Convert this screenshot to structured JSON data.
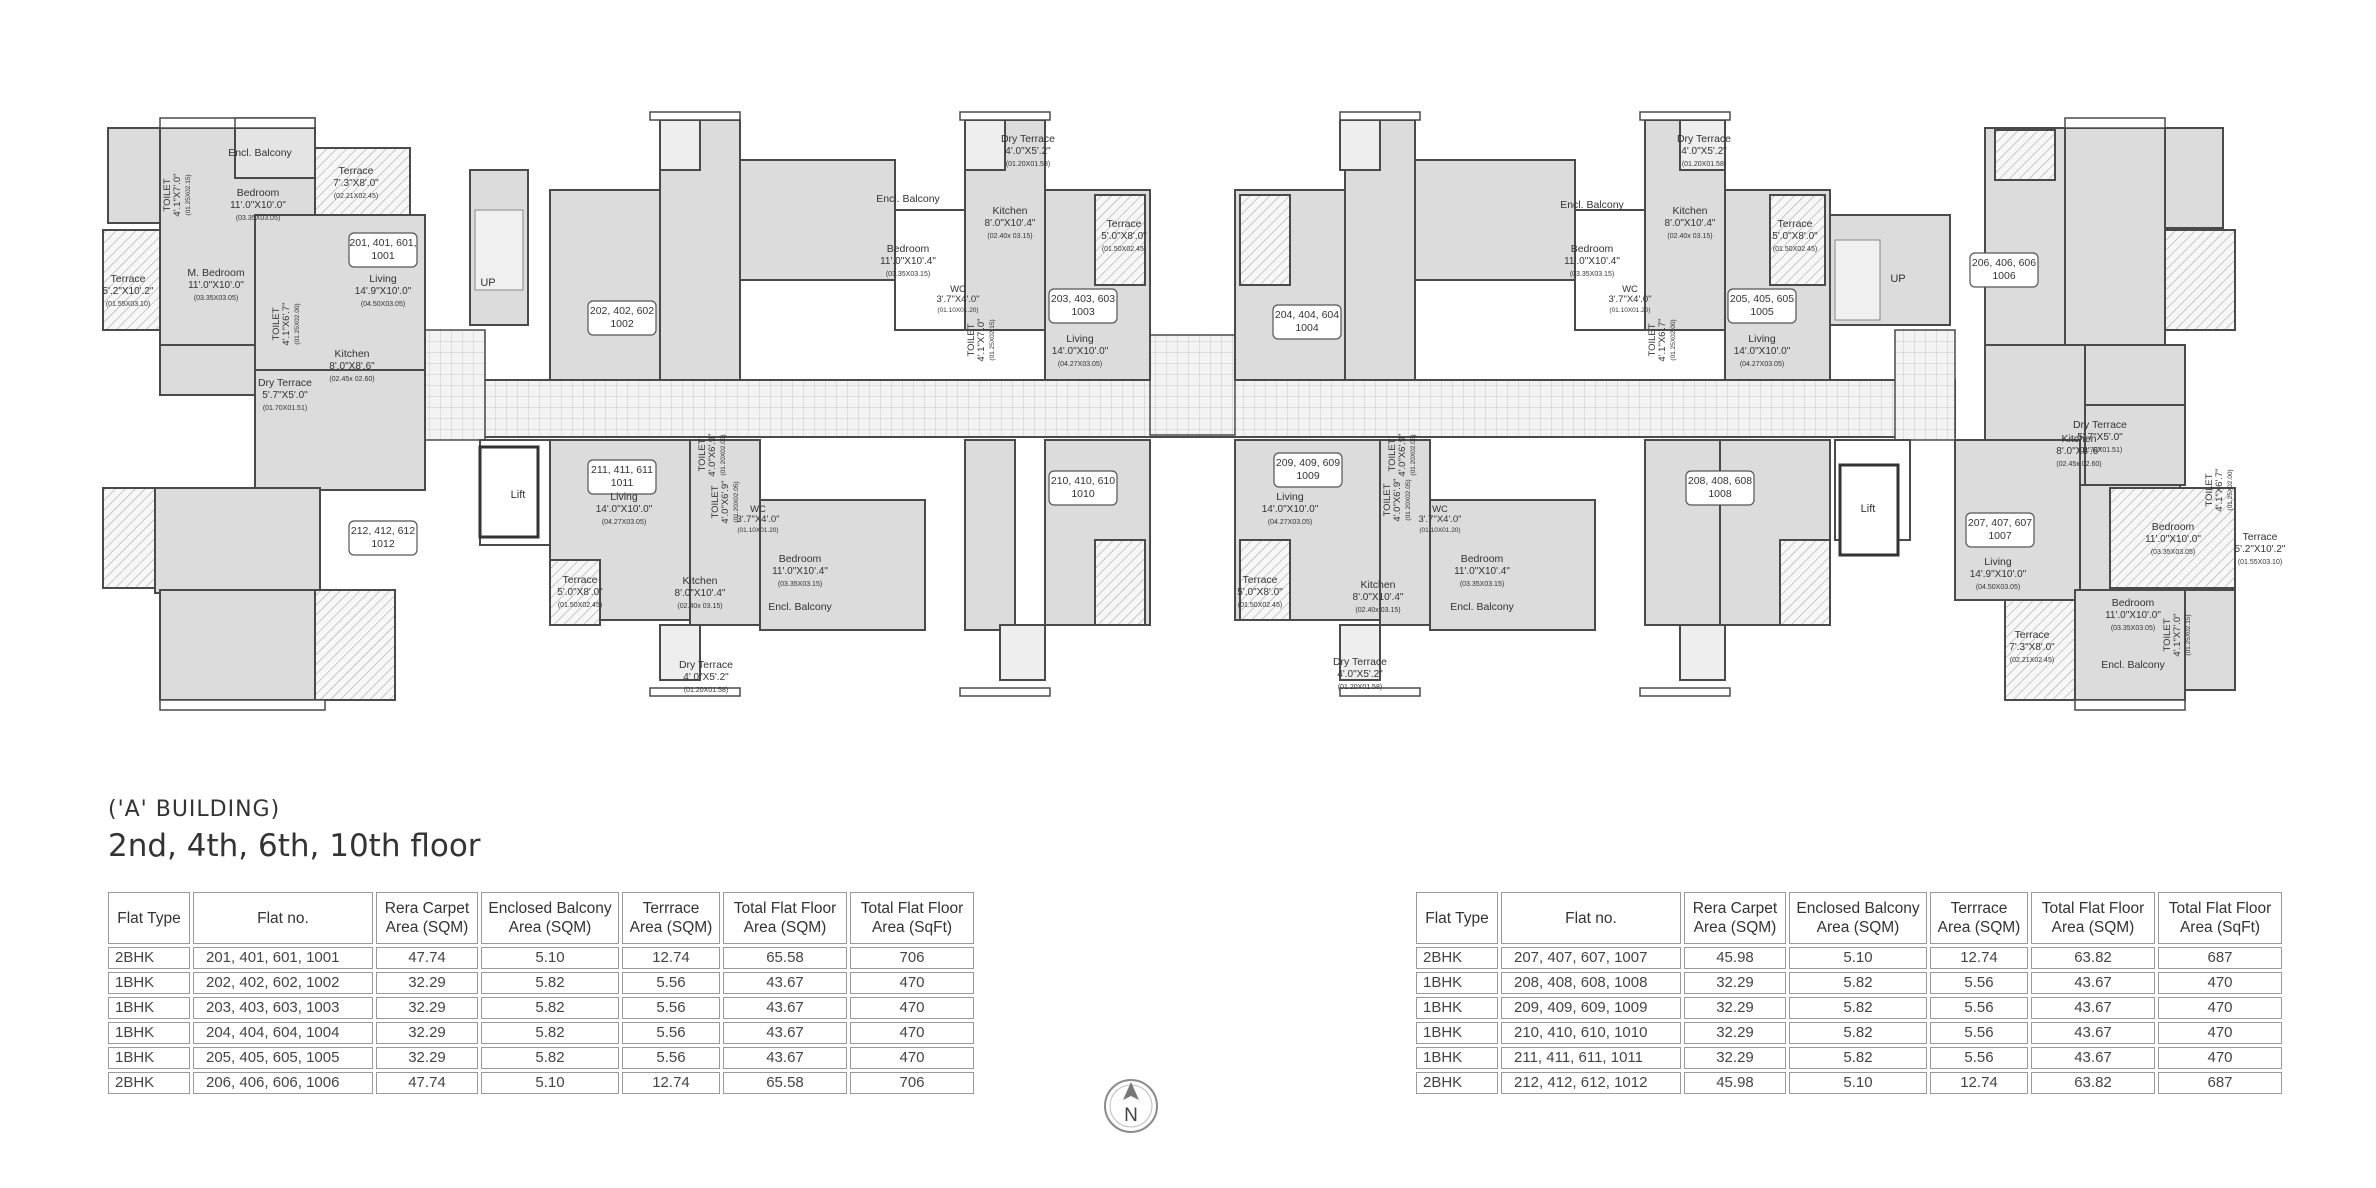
{
  "building_label": "('A' BUILDING)",
  "floors_label": "2nd, 4th, 6th, 10th floor",
  "compass_label": "N",
  "table_headers": [
    "Flat Type",
    "Flat no.",
    "Rera Carpet Area (SQM)",
    "Enclosed Balcony Area (SQM)",
    "Terrrace Area (SQM)",
    "Total Flat Floor Area (SQM)",
    "Total Flat Floor Area (SqFt)"
  ],
  "left_table": [
    {
      "type": "2BHK",
      "flats": "201, 401, 601, 1001",
      "carpet": "47.74",
      "balcony": "5.10",
      "terrace": "12.74",
      "total_sqm": "65.58",
      "total_sqft": "706"
    },
    {
      "type": "1BHK",
      "flats": "202, 402, 602, 1002",
      "carpet": "32.29",
      "balcony": "5.82",
      "terrace": "5.56",
      "total_sqm": "43.67",
      "total_sqft": "470"
    },
    {
      "type": "1BHK",
      "flats": "203, 403, 603, 1003",
      "carpet": "32.29",
      "balcony": "5.82",
      "terrace": "5.56",
      "total_sqm": "43.67",
      "total_sqft": "470"
    },
    {
      "type": "1BHK",
      "flats": "204, 404, 604, 1004",
      "carpet": "32.29",
      "balcony": "5.82",
      "terrace": "5.56",
      "total_sqm": "43.67",
      "total_sqft": "470"
    },
    {
      "type": "1BHK",
      "flats": "205, 405, 605, 1005",
      "carpet": "32.29",
      "balcony": "5.82",
      "terrace": "5.56",
      "total_sqm": "43.67",
      "total_sqft": "470"
    },
    {
      "type": "2BHK",
      "flats": "206, 406, 606, 1006",
      "carpet": "47.74",
      "balcony": "5.10",
      "terrace": "12.74",
      "total_sqm": "65.58",
      "total_sqft": "706"
    }
  ],
  "right_table": [
    {
      "type": "2BHK",
      "flats": "207, 407, 607, 1007",
      "carpet": "45.98",
      "balcony": "5.10",
      "terrace": "12.74",
      "total_sqm": "63.82",
      "total_sqft": "687"
    },
    {
      "type": "1BHK",
      "flats": "208, 408, 608, 1008",
      "carpet": "32.29",
      "balcony": "5.82",
      "terrace": "5.56",
      "total_sqm": "43.67",
      "total_sqft": "470"
    },
    {
      "type": "1BHK",
      "flats": "209, 409, 609, 1009",
      "carpet": "32.29",
      "balcony": "5.82",
      "terrace": "5.56",
      "total_sqm": "43.67",
      "total_sqft": "470"
    },
    {
      "type": "1BHK",
      "flats": "210, 410, 610, 1010",
      "carpet": "32.29",
      "balcony": "5.82",
      "terrace": "5.56",
      "total_sqm": "43.67",
      "total_sqft": "470"
    },
    {
      "type": "1BHK",
      "flats": "211, 411, 611, 1011",
      "carpet": "32.29",
      "balcony": "5.82",
      "terrace": "5.56",
      "total_sqm": "43.67",
      "total_sqft": "470"
    },
    {
      "type": "2BHK",
      "flats": "212, 412, 612, 1012",
      "carpet": "45.98",
      "balcony": "5.10",
      "terrace": "12.74",
      "total_sqm": "63.82",
      "total_sqft": "687"
    }
  ],
  "plan": {
    "flat_tags": [
      "201, 401, 601,\n1001",
      "202, 402, 602\n1002",
      "203, 403, 603\n1003",
      "204, 404, 604\n1004",
      "205, 405, 605\n1005",
      "206, 406, 606\n1006",
      "207, 407, 607\n1007",
      "208, 408, 608\n1008",
      "209, 409, 609\n1009",
      "210, 410, 610\n1010",
      "211, 411, 611\n1011",
      "212, 412, 612\n1012"
    ],
    "rooms": [
      [
        "Encl. Balcony"
      ],
      [
        "Bedroom",
        "11'.0\"X10'.0\"",
        "(03.35X03.05)"
      ],
      [
        "Terrace",
        "7'.3\"X8'.0\"",
        "(02.21X02.45)"
      ],
      [
        "M. Bedroom",
        "11'.0\"X10'.0\"",
        "(03.35X03.05)"
      ],
      [
        "Terrace",
        "5'.2\"X10'.2\"",
        "(01.55X03.10)"
      ],
      [
        "Living",
        "14'.9\"X10'.0\"",
        "(04.50X03.05)"
      ],
      [
        "Kitchen",
        "8'.0\"X8'.6\"",
        "(02.45x 02.60)"
      ],
      [
        "Dry Terrace",
        "5'.7\"X5'.0\"",
        "(01.70X01.51)"
      ],
      [
        "Encl. Balcony"
      ],
      [
        "Bedroom",
        "11'.0\"X10'.4\"",
        "(03.35X03.15)"
      ],
      [
        "Dry Terrace",
        "4'.0\"X5'.2\"",
        "(01.20X01.58)"
      ],
      [
        "Kitchen",
        "8'.0\"X10'.4\"",
        "(02.40x 03.15)"
      ],
      [
        "Terrace",
        "5'.0\"X8'.0\"",
        "(01.50X02.45)"
      ],
      [
        "Living",
        "14'.0\"X10'.0\"",
        "(04.27X03.05)"
      ],
      [
        "Living",
        "14'.0\"X10'.0\"",
        "(04.27X03.05)"
      ],
      [
        "Terrace",
        "5'.0\"X8'.0\"",
        "(01.50X02.45)"
      ],
      [
        "Kitchen",
        "8'.0\"X10'.4\"",
        "(02.40x 03.15)"
      ],
      [
        "Bedroom",
        "11'.0\"X10'.4\"",
        "(03.35X03.15)"
      ],
      [
        "Encl. Balcony"
      ],
      [
        "Dry Terrace",
        "4'.0\"X5'.2\"",
        "(01.20X01.58)"
      ],
      [
        "Encl. Balcony"
      ],
      [
        "Bedroom",
        "11'.0\"X10'.4\"",
        "(03.35X03.15)"
      ],
      [
        "Dry Terrace",
        "4'.0\"X5'.2\"",
        "(01.20X01.58)"
      ],
      [
        "Kitchen",
        "8'.0\"X10'.4\"",
        "(02.40x 03.15)"
      ],
      [
        "Terrace",
        "5'.0\"X8'.0\"",
        "(01.50X02.45)"
      ],
      [
        "Living",
        "14'.0\"X10'.0\"",
        "(04.27X03.05)"
      ],
      [
        "Living",
        "14'.0\"X10'.0\"",
        "(04.27X03.05)"
      ],
      [
        "Terrace",
        "5'.0\"X8'.0\"",
        "(01.50X02.45)"
      ],
      [
        "Kitchen",
        "8'.0\"X10'.4\"",
        "(02.40x 03.15)"
      ],
      [
        "Bedroom",
        "11'.0\"X10'.4\"",
        "(03.35X03.15)"
      ],
      [
        "Encl. Balcony"
      ],
      [
        "Dry Terrace",
        "4'.0\"X5'.2\"",
        "(01.20X01.58)"
      ],
      [
        "Kitchen",
        "8'.0\"X8'.6\"",
        "(02.45x 02.60)"
      ],
      [
        "Dry Terrace",
        "5'.7\"X5'.0\"",
        "(01.70X01.51)"
      ],
      [
        "Living",
        "14'.9\"X10'.0\"",
        "(04.50X03.05)"
      ],
      [
        "Bedroom",
        "11'.0\"X10'.0\"",
        "(03.35X03.05)"
      ],
      [
        "Terrace",
        "5'.2\"X10'.2\"",
        "(01.55X03.10)"
      ],
      [
        "Bedroom",
        "11'.0\"X10'.0\"",
        "(03.35X03.05)"
      ],
      [
        "Terrace",
        "7'.3\"X8'.0\"",
        "(02.21X02.45)"
      ],
      [
        "Encl. Balcony"
      ]
    ],
    "toilets": [
      "TOILET",
      "4'.1\"X7'.0\"",
      "(01.25X02.15)",
      "TOILET",
      "4'.1\"X6'.7\"",
      "(01.25X02.00)",
      "TOILET",
      "4'.0\"X6'.9\"",
      "(01.20X02.05)",
      "WC",
      "3'.7\"X4'.0\"",
      "(01.10X01.20)"
    ],
    "labels": {
      "up": "UP",
      "lift": "Lift"
    }
  }
}
